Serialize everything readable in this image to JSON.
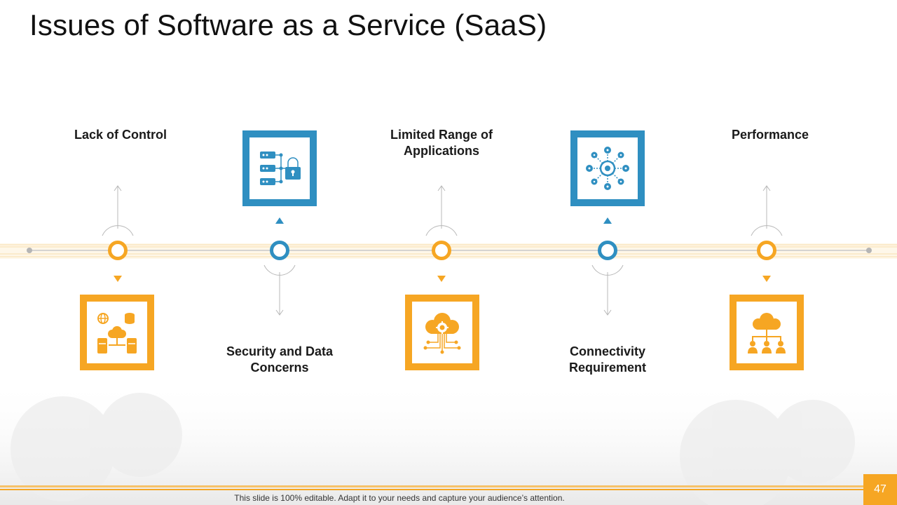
{
  "slide": {
    "title": "Issues of Software as a Service (SaaS)",
    "footer": "This slide is 100% editable. Adapt it to your needs and capture your audience’s attention.",
    "page_number": "47"
  },
  "timeline": {
    "items": [
      {
        "label": "Lack of Control",
        "icon": "cloud-database-network-icon",
        "color": "#f6a623"
      },
      {
        "label": "Security and Data Concerns",
        "icon": "server-lock-icon",
        "color": "#2f8fc1"
      },
      {
        "label": "Limited Range of Applications",
        "icon": "cloud-gear-circuit-icon",
        "color": "#f6a623"
      },
      {
        "label": "Connectivity Requirement",
        "icon": "network-hub-icon",
        "color": "#2f8fc1"
      },
      {
        "label": "Performance",
        "icon": "cloud-hierarchy-users-icon",
        "color": "#f6a623"
      }
    ]
  },
  "colors": {
    "accent_orange": "#f6a623",
    "accent_blue": "#2f8fc1"
  }
}
